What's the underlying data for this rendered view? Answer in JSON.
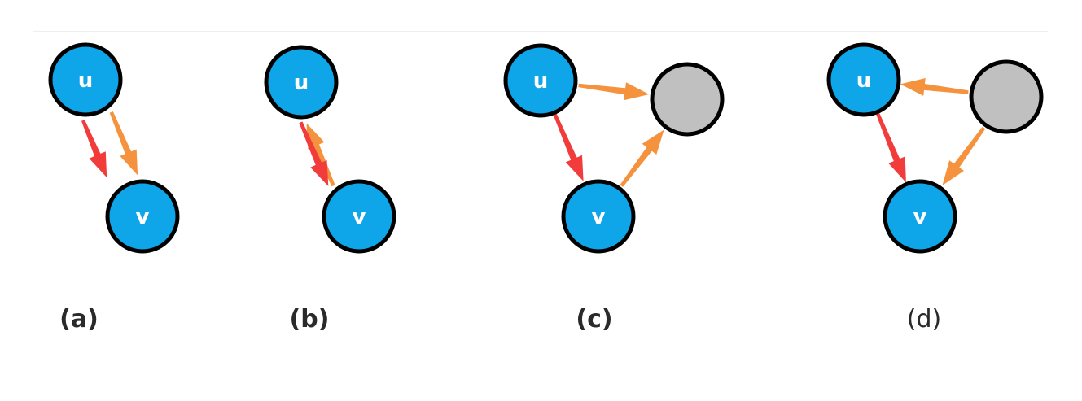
{
  "colors": {
    "node_fill": "#0ea5e9",
    "gray_node_fill": "#c0c0c0",
    "node_stroke": "#000000",
    "orange_arrow": "#f5923e",
    "red_arrow": "#f23b3b",
    "label_text": "#2a2a2a"
  },
  "panels": [
    {
      "label": "(a)",
      "nodes": [
        {
          "id": "u",
          "label": "u",
          "type": "blue"
        },
        {
          "id": "v",
          "label": "v",
          "type": "blue"
        }
      ],
      "edges": [
        {
          "from": "u",
          "to": "v",
          "color": "orange"
        },
        {
          "from": "u",
          "to": "v",
          "color": "red"
        }
      ]
    },
    {
      "label": "(b)",
      "nodes": [
        {
          "id": "u",
          "label": "u",
          "type": "blue"
        },
        {
          "id": "v",
          "label": "v",
          "type": "blue"
        }
      ],
      "edges": [
        {
          "from": "v",
          "to": "u",
          "color": "orange"
        },
        {
          "from": "u",
          "to": "v",
          "color": "red"
        }
      ]
    },
    {
      "label": "(c)",
      "nodes": [
        {
          "id": "u",
          "label": "u",
          "type": "blue"
        },
        {
          "id": "v",
          "label": "v",
          "type": "blue"
        },
        {
          "id": "w",
          "label": "",
          "type": "gray"
        }
      ],
      "edges": [
        {
          "from": "u",
          "to": "w",
          "color": "orange"
        },
        {
          "from": "v",
          "to": "w",
          "color": "orange"
        },
        {
          "from": "u",
          "to": "v",
          "color": "red"
        }
      ]
    },
    {
      "label": "(d)",
      "nodes": [
        {
          "id": "u",
          "label": "u",
          "type": "blue"
        },
        {
          "id": "v",
          "label": "v",
          "type": "blue"
        },
        {
          "id": "w",
          "label": "",
          "type": "gray"
        }
      ],
      "edges": [
        {
          "from": "w",
          "to": "u",
          "color": "orange"
        },
        {
          "from": "w",
          "to": "v",
          "color": "orange"
        },
        {
          "from": "u",
          "to": "v",
          "color": "red"
        }
      ]
    }
  ]
}
